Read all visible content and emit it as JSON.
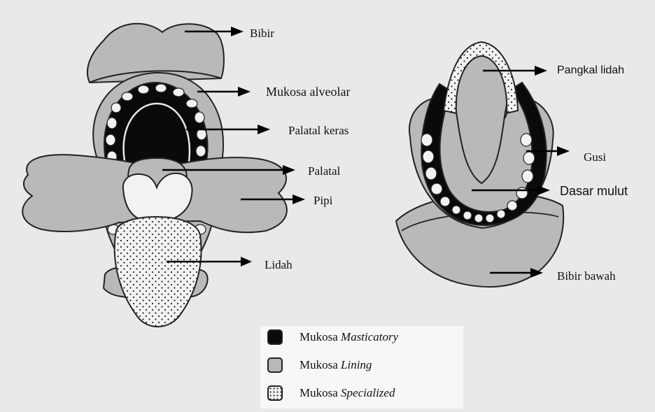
{
  "labels": {
    "bibir": "Bibir",
    "mukosa_alveolar": "Mukosa alveolar",
    "palatal_keras": "Palatal keras",
    "palatal": "Palatal",
    "pipi": "Pipi",
    "lidah": "Lidah",
    "pangkal_lidah": "Pangkal lidah",
    "gusi": "Gusi",
    "dasar_mulut": "Dasar mulut",
    "bibir_bawah": "Bibir bawah"
  },
  "legend": [
    {
      "prefix": "Mukosa ",
      "term": "Masticatory",
      "fill": "#0a0a0a"
    },
    {
      "prefix": "Mukosa ",
      "term": "Lining",
      "fill": "#b9b9b9"
    },
    {
      "prefix": "Mukosa ",
      "term": "Specialized",
      "fill": "#f2f2f2"
    }
  ],
  "colors": {
    "background": "#e9e9e9",
    "lining": "#b9b9b9",
    "masticatory": "#0a0a0a",
    "specialized": "#f2f2f2"
  }
}
